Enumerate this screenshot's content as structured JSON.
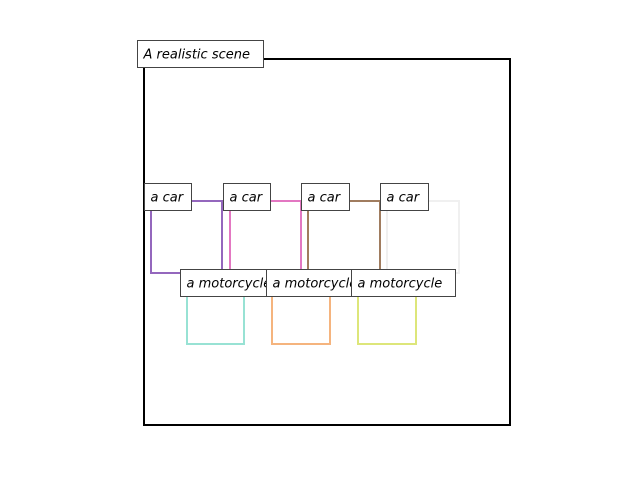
{
  "scene": {
    "caption": "A realistic scene"
  },
  "objects": [
    {
      "label": "a car",
      "color": "#9467bd"
    },
    {
      "label": "a car",
      "color": "#e377c2"
    },
    {
      "label": "a car",
      "color": "#a07c5f"
    },
    {
      "label": "a car",
      "color": "#f0f0f0"
    },
    {
      "label": "a motorcycle",
      "color": "#98e2d4"
    },
    {
      "label": "a motorcycle",
      "color": "#f5b47e"
    },
    {
      "label": "a motorcycle",
      "color": "#dde67a"
    }
  ]
}
